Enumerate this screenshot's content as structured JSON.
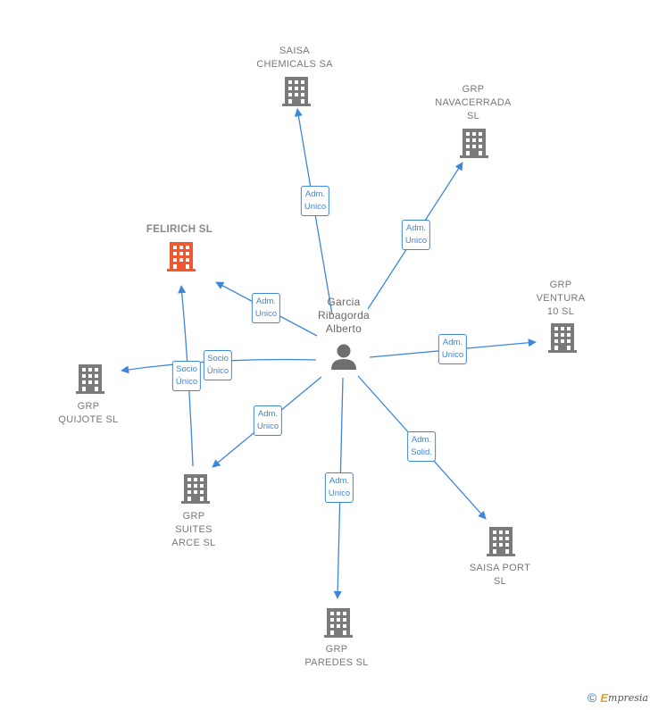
{
  "center": {
    "label": "Garcia\nRibagorda\nAlberto"
  },
  "nodes": {
    "saisa_chemicals": "SAISA\nCHEMICALS SA",
    "grp_navacerrada": "GRP\nNAVACERRADA\nSL",
    "felirich": "FELIRICH  SL",
    "grp_ventura": "GRP\nVENTURA\n10  SL",
    "grp_quijote": "GRP\nQUIJOTE  SL",
    "grp_suites_arce": "GRP\nSUITES\nARCE  SL",
    "saisa_port": "SAISA PORT\nSL",
    "grp_paredes": "GRP\nPAREDES  SL"
  },
  "edges": {
    "saisa_chemicals": "Adm.\nUnico",
    "grp_navacerrada": "Adm.\nUnico",
    "felirich_adm": "Adm.\nUnico",
    "felirich_socio": "Socio\nÚnico",
    "grp_quijote": "Socio\nÚnico",
    "grp_ventura": "Adm.\nUnico",
    "grp_suites_arce": "Adm.\nUnico",
    "grp_paredes": "Adm.\nUnico",
    "saisa_port": "Adm.\nSolid."
  },
  "colors": {
    "edge": "#3d87d9",
    "building": "#7a7a7a",
    "building_highlight": "#f0582f",
    "person": "#6e6e6e"
  },
  "footer": {
    "copyright": "©",
    "brand_first": "E",
    "brand_rest": "mpresia"
  }
}
